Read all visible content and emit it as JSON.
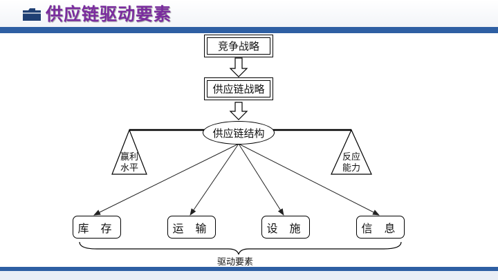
{
  "header": {
    "title": "供应链驱动要素",
    "icon": "folder-icon",
    "accent_color": "#7a2c9e",
    "rule_color": "#2e5fa3"
  },
  "diagram": {
    "competitive_strategy": "竞争战略",
    "supply_chain_strategy": "供应链战略",
    "supply_chain_structure": "供应链结构",
    "left_weight": "赢利\n水平",
    "right_weight": "反应\n能力",
    "drivers": [
      "库 存",
      "运 输",
      "设 施",
      "信 息"
    ],
    "drivers_caption": "驱动要素"
  }
}
